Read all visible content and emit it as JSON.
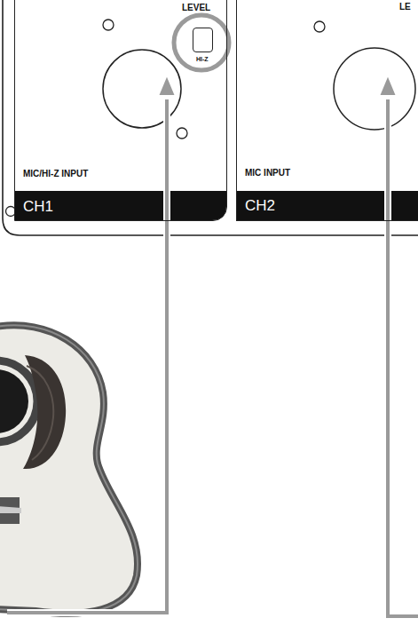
{
  "diagram": {
    "nodes": [
      {
        "text": [
          "LEVEL",
          "MIC/HI-Z INPUT",
          "CH1"
        ]
      },
      {
        "text": [
          "HI-Z"
        ],
        "in": 0
      },
      {
        "text": [
          "LE",
          "MIC INPUT",
          "CH2"
        ]
      }
    ]
  }
}
